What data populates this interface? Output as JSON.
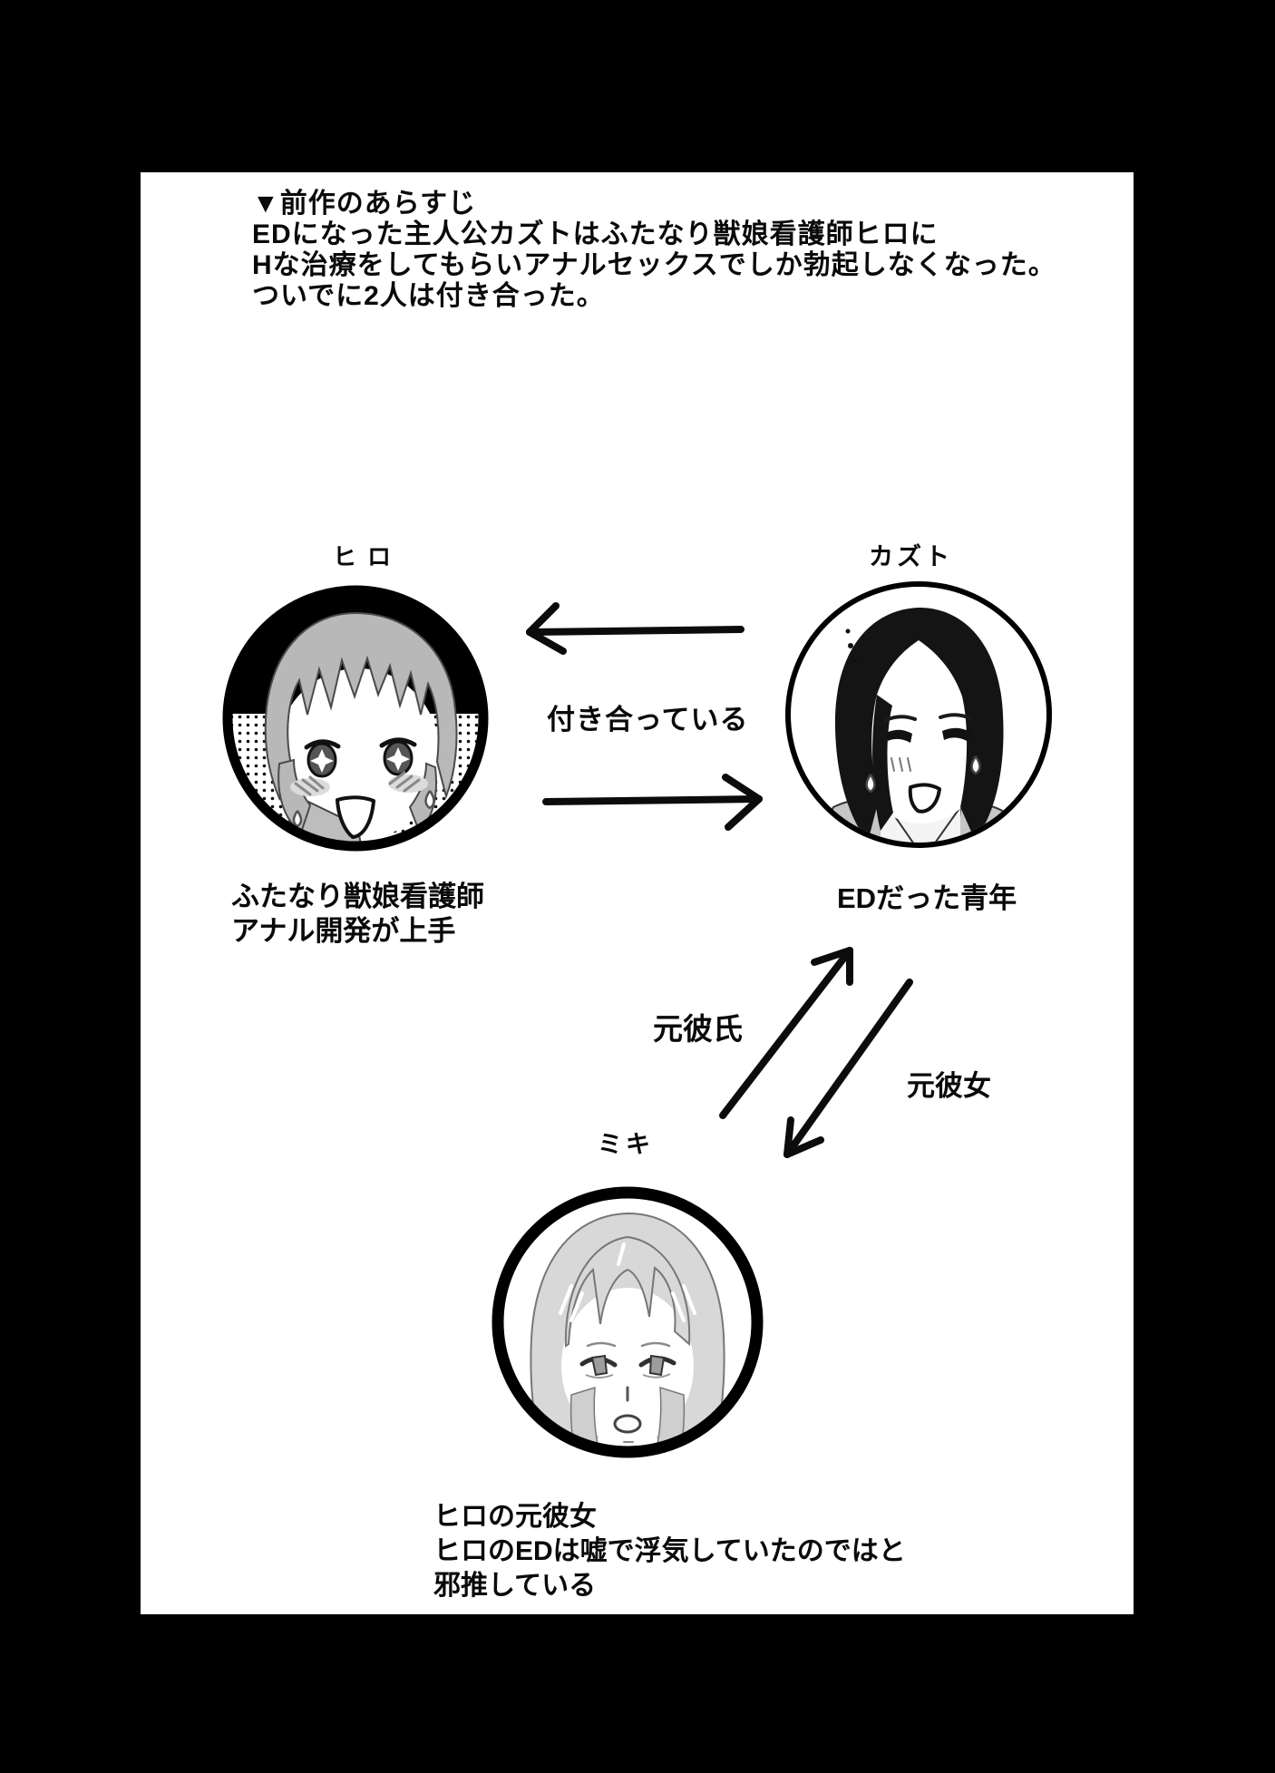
{
  "synopsis": {
    "lines": [
      "▼前作のあらすじ",
      "EDになった主人公カズトはふたなり獣娘看護師ヒロに",
      "Hな治療をしてもらいアナルセックスでしか勃起しなくなった。",
      "ついでに2人は付き合った。"
    ]
  },
  "characters": {
    "hiro": {
      "name": "ヒロ",
      "caption": [
        "ふたなり獣娘看護師",
        "アナル開発が上手"
      ]
    },
    "kazuto": {
      "name": "カズト",
      "caption": [
        "EDだった青年"
      ]
    },
    "miki": {
      "name": "ミキ",
      "caption": [
        "ヒロの元彼女",
        "ヒロのEDは嘘で浮気していたのではと",
        "邪推している"
      ]
    }
  },
  "relations": {
    "dating": "付き合っている",
    "ex_boyfriend": "元彼氏",
    "ex_girlfriend": "元彼女"
  },
  "colors": {
    "canvas_bg": "#000000",
    "page_bg": "#ffffff",
    "ink": "#0a0a0a",
    "hair_gray": "#b8b8b8",
    "hair_black": "#141414",
    "hair_light_gray": "#d8d8d8"
  }
}
